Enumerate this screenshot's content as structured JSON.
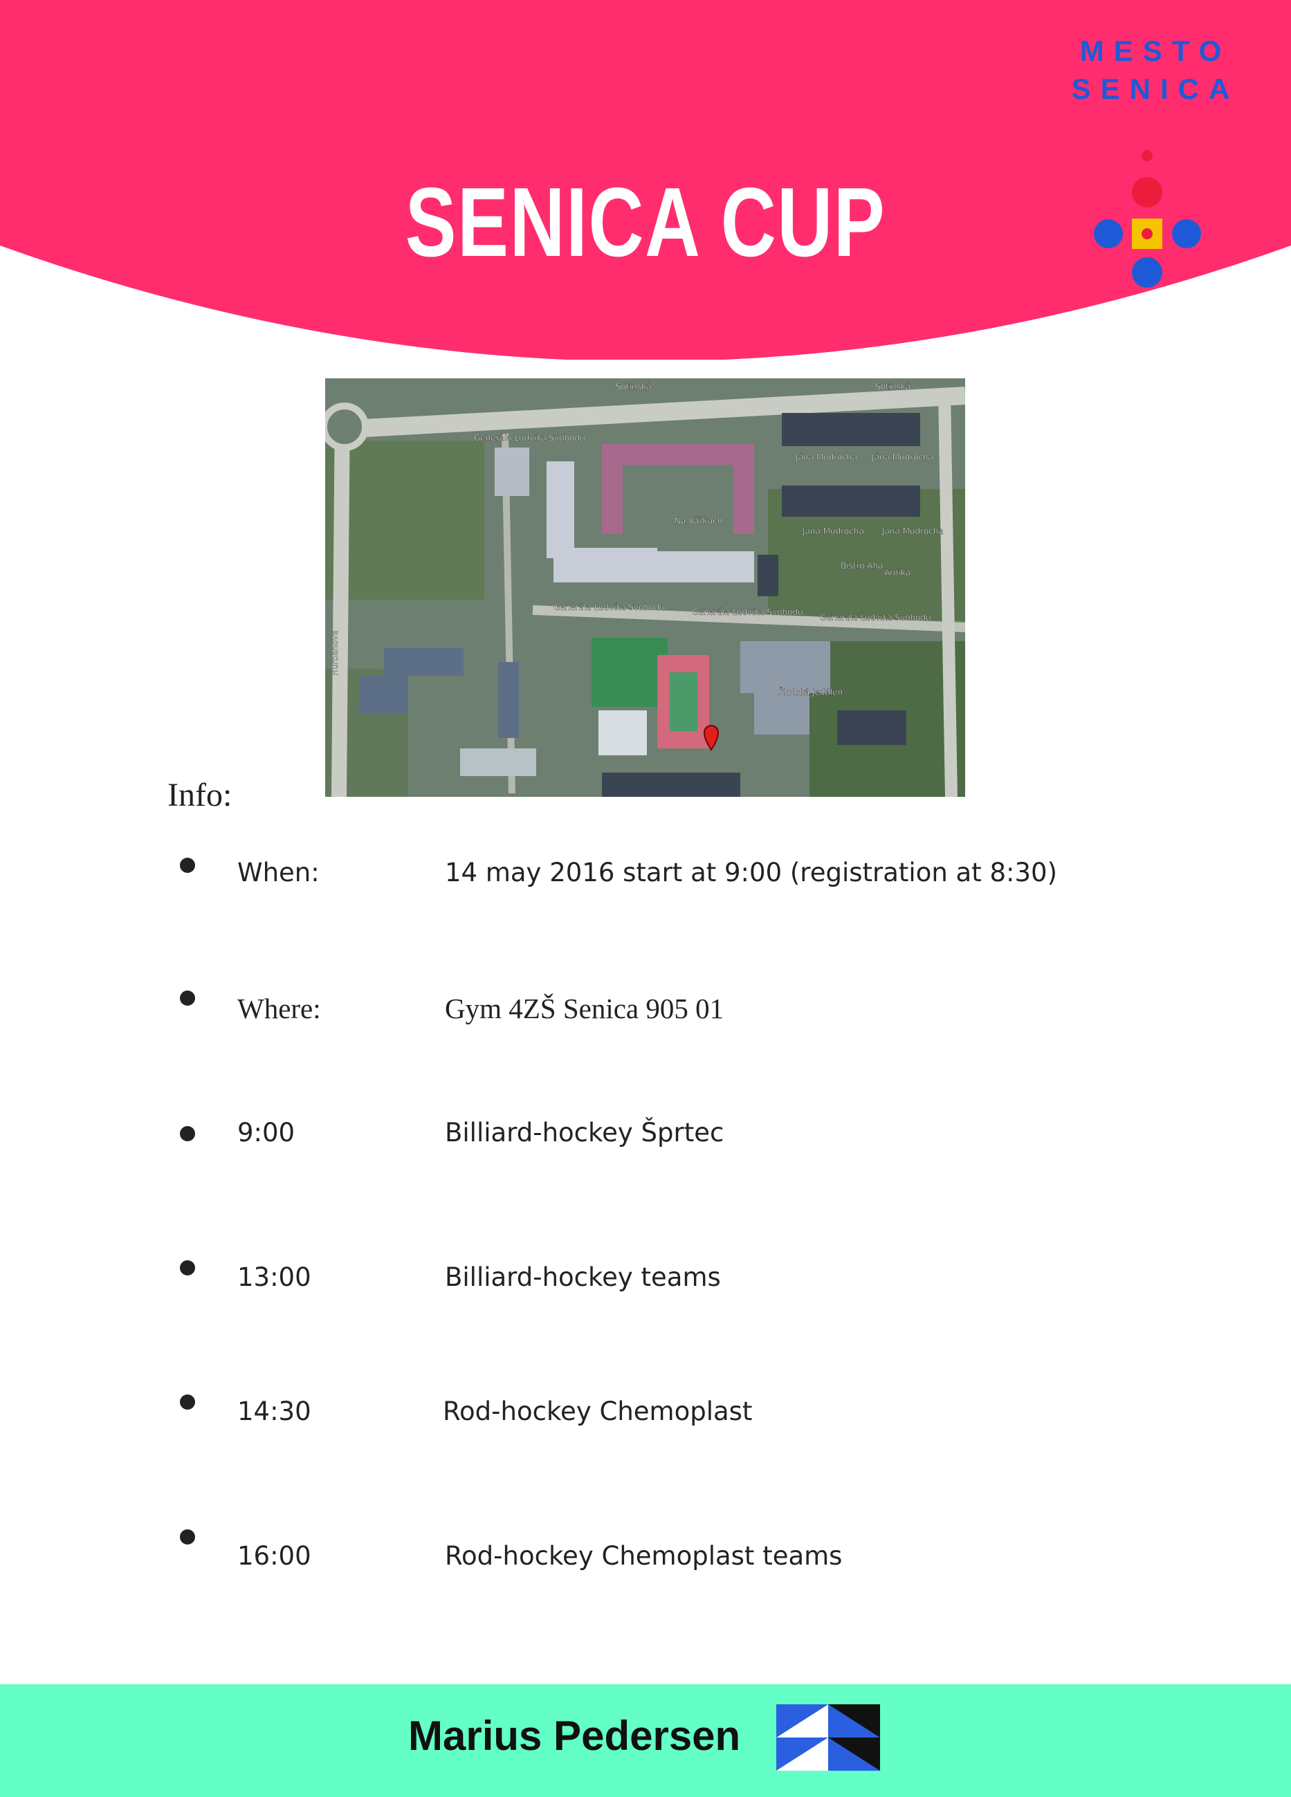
{
  "header": {
    "title": "SENICA CUP",
    "background_color": "#ff2d6e",
    "logo": {
      "line1": "MESTO",
      "line2": "SENICA",
      "text_color": "#1e5ad8"
    }
  },
  "map": {
    "street_labels": [
      "Sotinská",
      "Generála Ludvíka Svobodu",
      "Jána Mudrocha",
      "Hurbanova",
      "Na Vážkach",
      "Bistro Aha",
      "Arnika",
      "Školská Jedáleň"
    ]
  },
  "info": {
    "label": "Info:",
    "items": [
      {
        "key": "When:",
        "value": "14 may 2016 start at 9:00 (registration at 8:30)"
      },
      {
        "key": "Where:",
        "value": "Gym 4ZŠ Senica 905 01"
      },
      {
        "key": "9:00",
        "value": "Billiard-hockey Šprtec"
      },
      {
        "key": "13:00",
        "value": "Billiard-hockey teams"
      },
      {
        "key": "14:30",
        "value": "Rod-hockey Chemoplast"
      },
      {
        "key": "16:00",
        "value": "Rod-hockey Chemoplast teams"
      }
    ]
  },
  "footer": {
    "sponsor": "Marius Pedersen",
    "background_color": "#63ffc6",
    "sponsor_logo_icon": "marius-pedersen-logo-icon"
  }
}
